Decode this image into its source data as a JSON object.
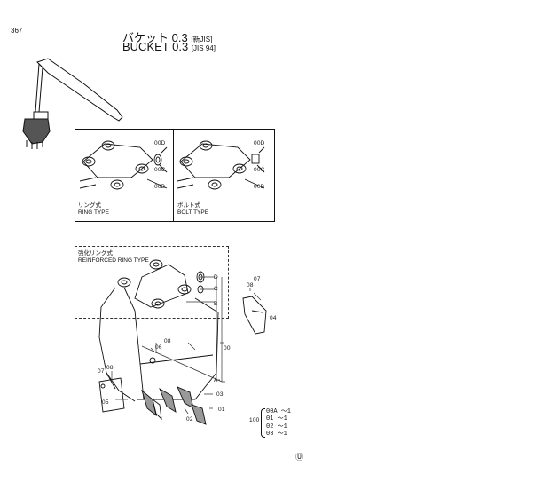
{
  "page_number": "367",
  "title_jp": "バケット 0.3",
  "title_jp_tag": "[新JIS]",
  "title_en": "BUCKET 0.3",
  "title_en_tag": "[JIS 94]",
  "ring_type": {
    "caption_jp": "リング式",
    "caption_en": "RING TYPE",
    "labels": [
      "00D",
      "00C",
      "00B"
    ]
  },
  "bolt_type": {
    "caption_jp": "ボルト式",
    "caption_en": "BOLT TYPE",
    "labels": [
      "00D",
      "00C",
      "00B"
    ]
  },
  "reinforced": {
    "caption_jp": "強化リング式",
    "caption_en": "REINFORCED RING TYPE",
    "letters": [
      "D",
      "C",
      "B",
      "A"
    ]
  },
  "callouts": {
    "c08a": "08",
    "c07a": "07",
    "c04": "04",
    "c06": "06",
    "c08b": "08",
    "c00": "00",
    "c08c": "08",
    "c07b": "07",
    "c05": "05",
    "c03": "03",
    "c02": "02",
    "c01": "01"
  },
  "assembly": {
    "number": "100",
    "rows": [
      "00A ～1",
      "01 ～1",
      "02 ～1",
      "03 ～1"
    ]
  },
  "footer_mark": "Ⓤ"
}
